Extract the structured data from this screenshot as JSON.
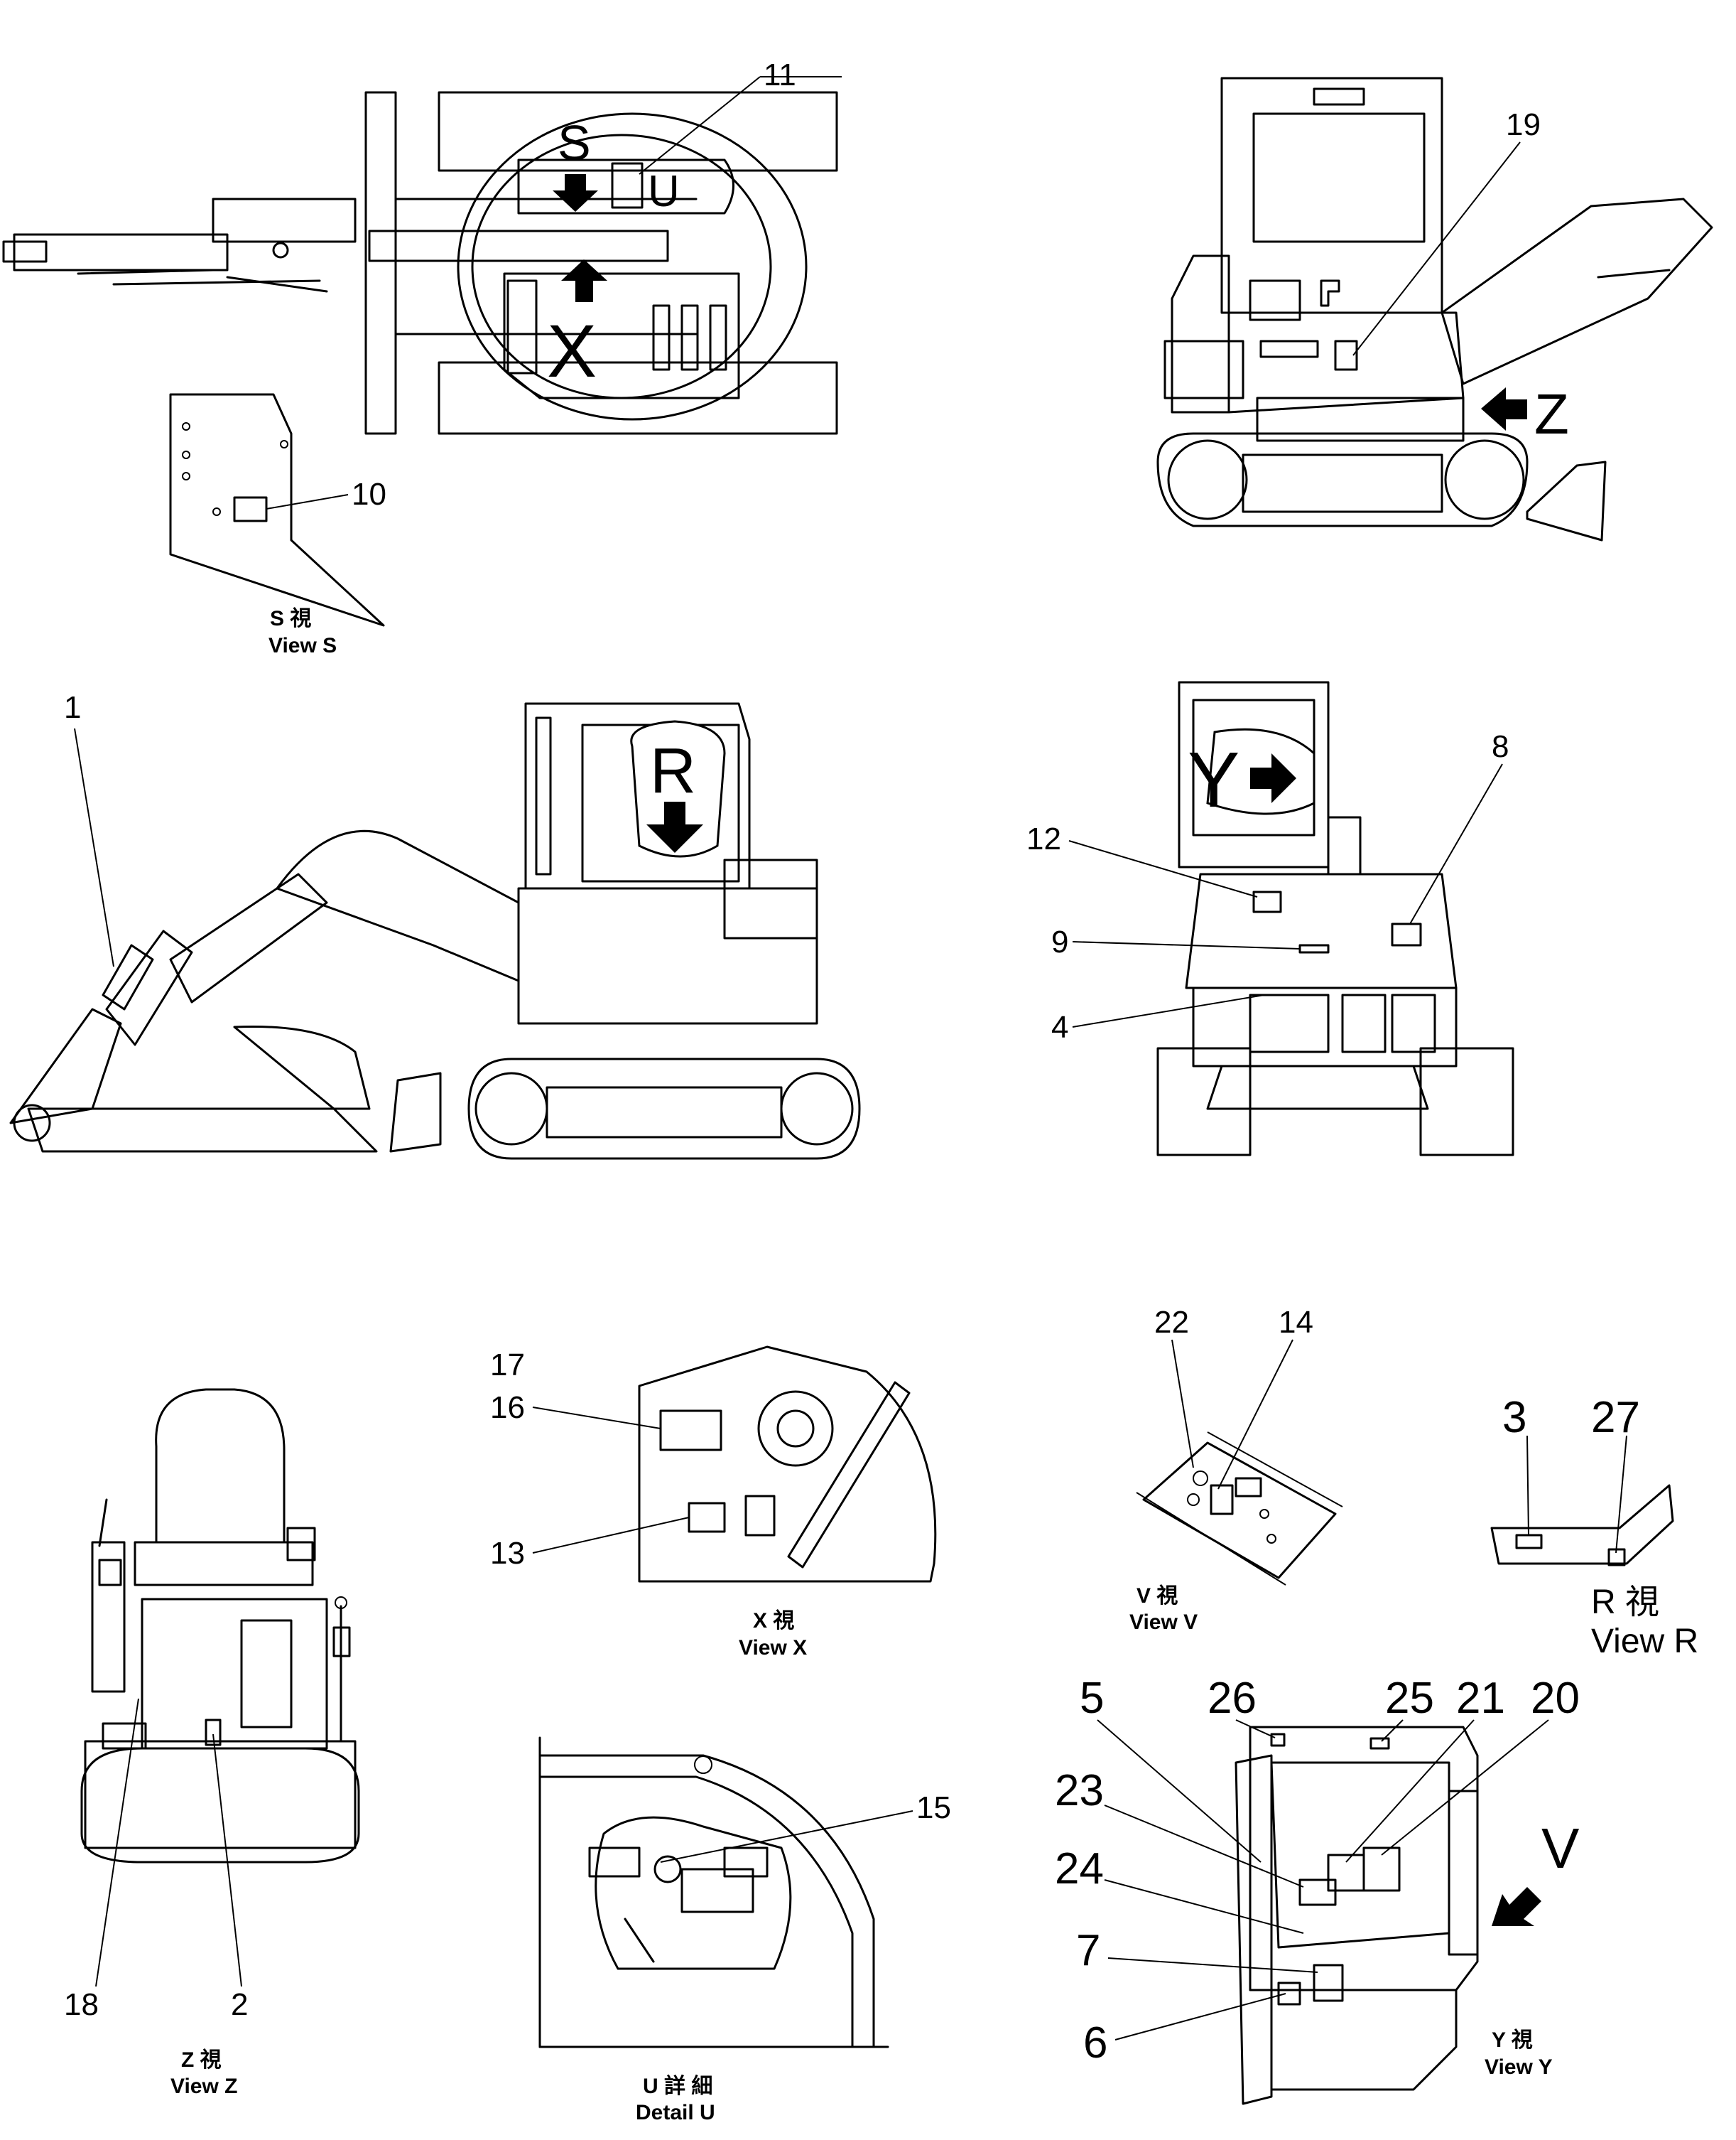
{
  "view_labels": {
    "s": {
      "jp": "S 視",
      "en": "View S"
    },
    "x": {
      "jp": "X 視",
      "en": "View X"
    },
    "v": {
      "jp": "V 視",
      "en": "View V"
    },
    "r": {
      "jp": "R 視",
      "en": "View R"
    },
    "z": {
      "jp": "Z 視",
      "en": "View Z"
    },
    "u": {
      "jp": "U 詳 細",
      "en": "Detail U"
    },
    "y": {
      "jp": "Y 視",
      "en": "View Y"
    }
  },
  "view_markers": {
    "s": "S",
    "u": "U",
    "x": "X",
    "r": "R",
    "y": "Y",
    "z": "Z",
    "v": "V"
  },
  "callouts": {
    "c1": "1",
    "c2": "2",
    "c3": "3",
    "c4": "4",
    "c5": "5",
    "c6": "6",
    "c7": "7",
    "c8": "8",
    "c9": "9",
    "c10": "10",
    "c11": "11",
    "c12": "12",
    "c13": "13",
    "c14": "14",
    "c15": "15",
    "c16": "16",
    "c17": "17",
    "c18": "18",
    "c19": "19",
    "c20": "20",
    "c21": "21",
    "c22": "22",
    "c23": "23",
    "c24": "24",
    "c25": "25",
    "c26": "26",
    "c27": "27"
  },
  "colors": {
    "line": "#000000",
    "background": "#ffffff"
  }
}
